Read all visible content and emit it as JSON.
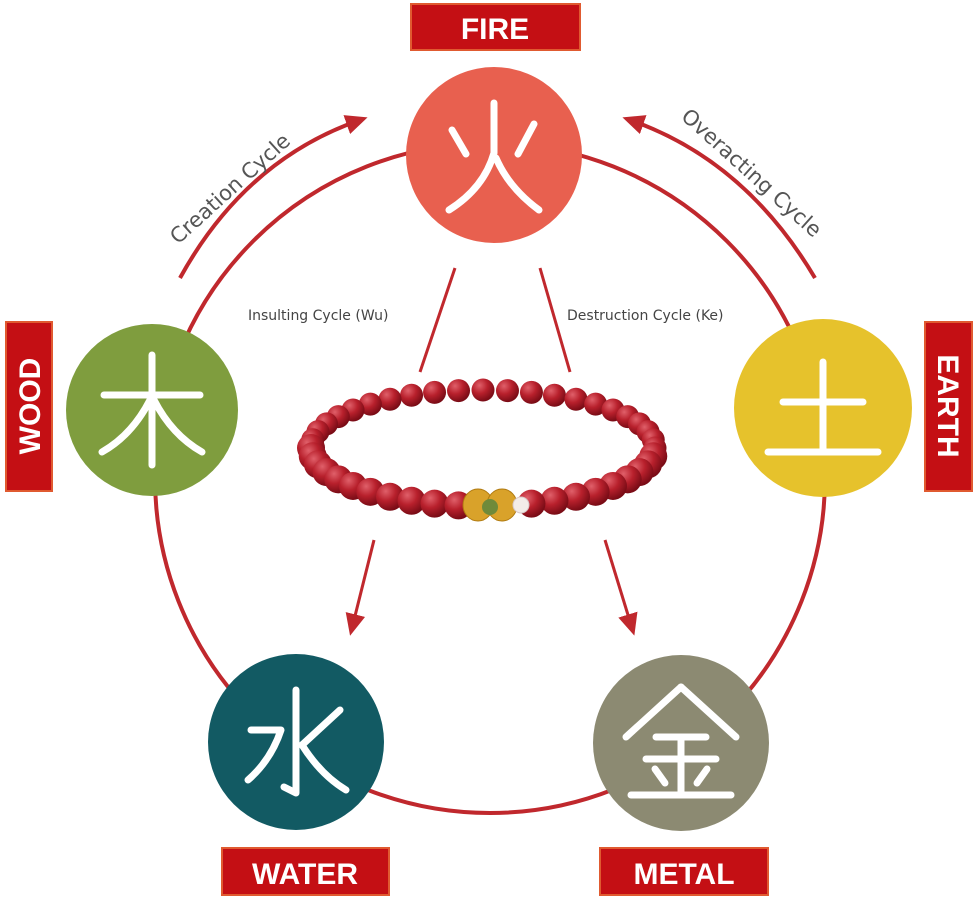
{
  "elements": {
    "fire": {
      "label": "FIRE",
      "glyph": "火",
      "color": "#e8604f"
    },
    "wood": {
      "label": "WOOD",
      "glyph": "木",
      "color": "#7f9d3e"
    },
    "earth": {
      "label": "EARTH",
      "glyph": "土",
      "color": "#e6c22c"
    },
    "water": {
      "label": "WATER",
      "glyph": "水",
      "color": "#125a63"
    },
    "metal": {
      "label": "METAL",
      "glyph": "金",
      "color": "#8c8a72"
    }
  },
  "cycles": {
    "creation": "Creation Cycle",
    "overacting": "Overacting Cycle",
    "insulting": "Insulting Cycle (Wu)",
    "destruction": "Destruction Cycle (Ke)"
  },
  "colors": {
    "line": "#c0282d",
    "label_bg": "#c40f14"
  }
}
